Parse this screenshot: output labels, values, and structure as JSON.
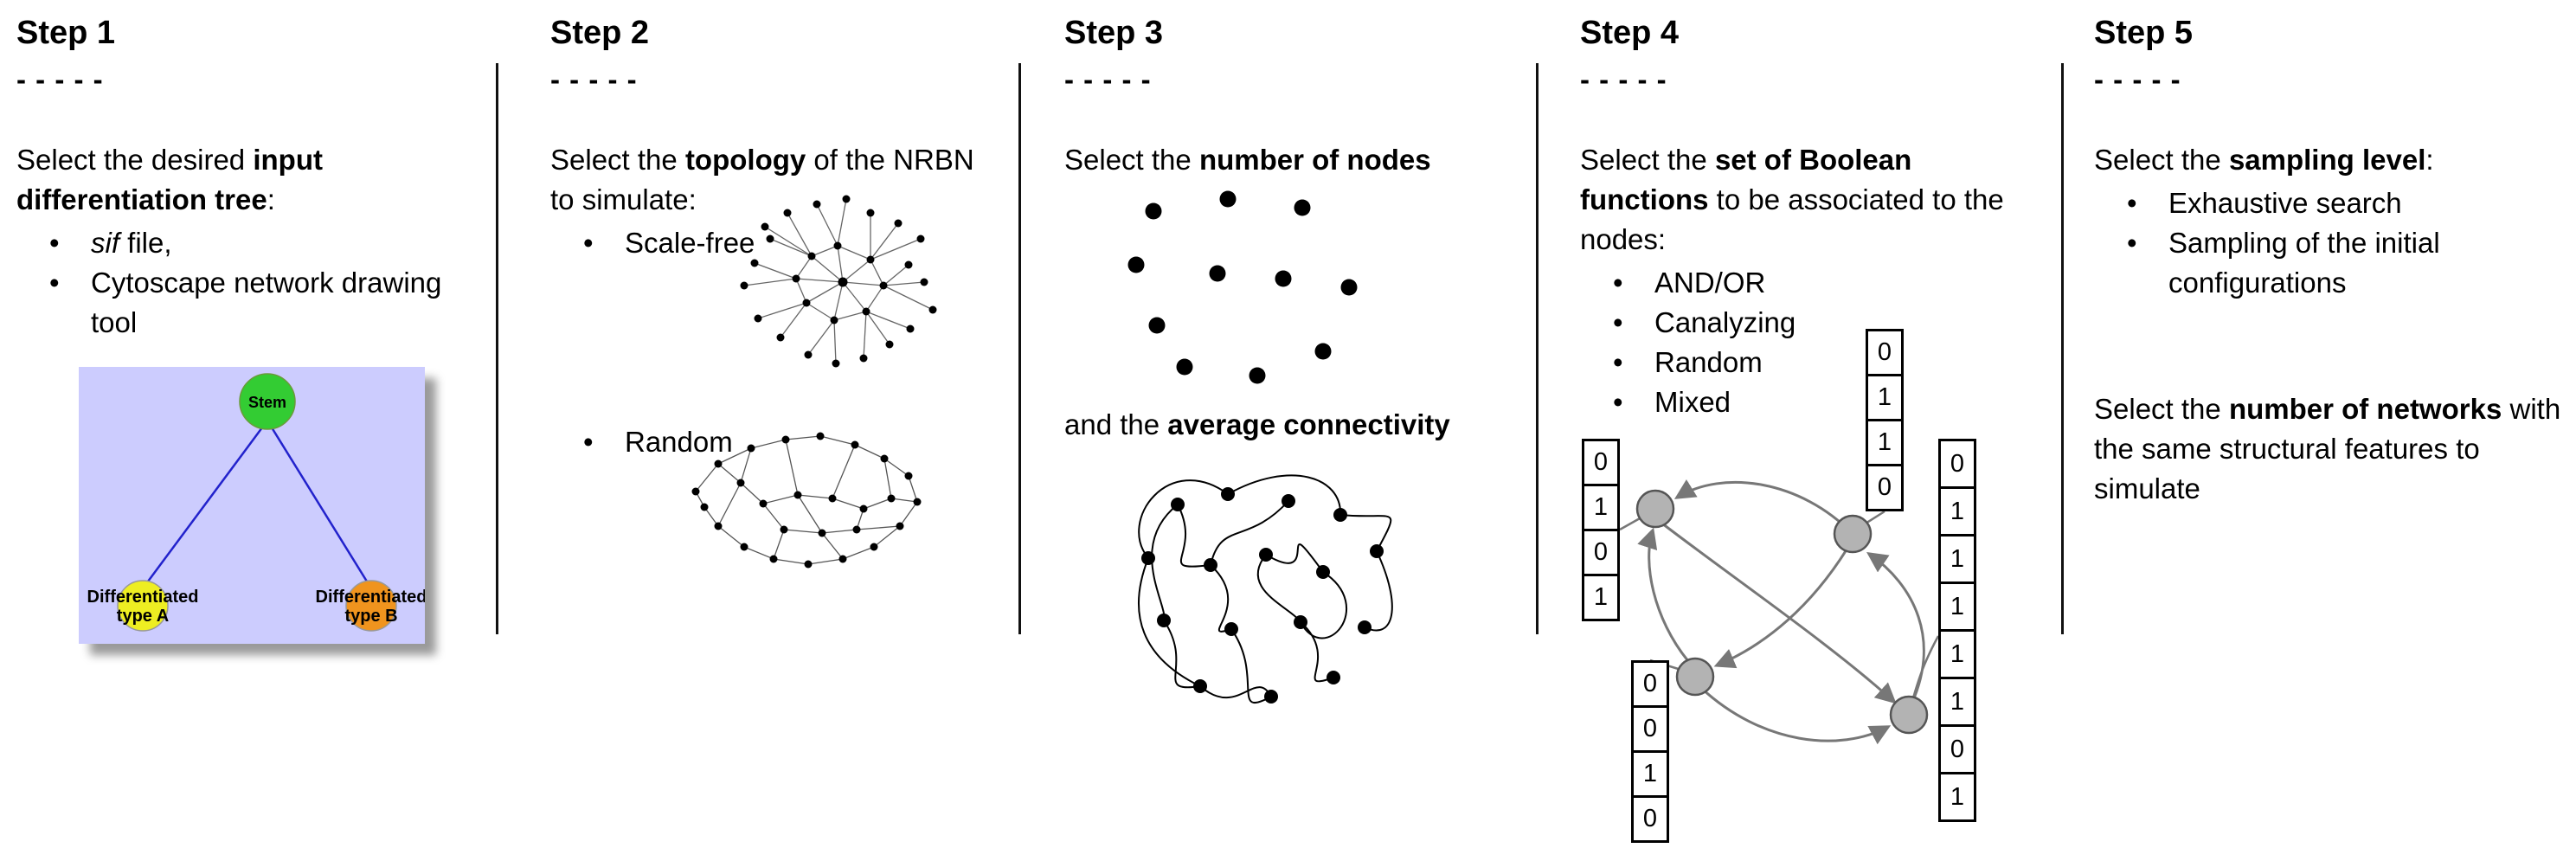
{
  "steps": [
    {
      "title": "Step 1",
      "dashes": "- - - - -",
      "intro_1": "Select the desired ",
      "intro_2": "input differentiation tree",
      "intro_3": ":",
      "bullet_1_italic": "sif",
      "bullet_1_rest": " file,",
      "bullet_2": "Cytoscape network drawing tool",
      "tree": {
        "stem_label": "Stem",
        "node_a_line1": "Differentiated",
        "node_a_line2": "type A",
        "node_b_line1": "Differentiated",
        "node_b_line2": "type B",
        "colors": {
          "background": "#ccccfe",
          "stem": "#33cc33",
          "type_a": "#eeee22",
          "type_b": "#f0941e",
          "edge": "#2222cc"
        }
      }
    },
    {
      "title": "Step 2",
      "dashes": "- - - - -",
      "intro_1": "Select the ",
      "intro_2": "topology",
      "intro_3": " of the NRBN to simulate:",
      "bullet_1": "Scale-free",
      "bullet_2": "Random"
    },
    {
      "title": "Step 3",
      "dashes": "- - - - -",
      "p1_1": "Select the ",
      "p1_2": "number of nodes",
      "p2_1": "and the ",
      "p2_2": "average connectivity"
    },
    {
      "title": "Step 4",
      "dashes": "- - - - -",
      "intro_1": "Select the ",
      "intro_2": "set of Boolean functions",
      "intro_3": " to be associated to the nodes:",
      "bullets": [
        "AND/OR",
        "Canalyzing",
        "Random",
        "Mixed"
      ],
      "tables": {
        "top": [
          "0",
          "1",
          "1",
          "0"
        ],
        "left": [
          "0",
          "1",
          "0",
          "1"
        ],
        "bottom_left": [
          "0",
          "0",
          "1",
          "0"
        ],
        "right": [
          "0",
          "1",
          "1",
          "1",
          "1",
          "1",
          "0",
          "1"
        ]
      }
    },
    {
      "title": "Step 5",
      "dashes": "- - - - -",
      "p1_1": "Select the ",
      "p1_2": "sampling level",
      "p1_3": ":",
      "bullet_1": "Exhaustive search",
      "bullet_2": "Sampling of the initial configurations",
      "p2_1": "Select the ",
      "p2_2": "number of networks",
      "p2_3": " with the same structural features to simulate"
    }
  ]
}
